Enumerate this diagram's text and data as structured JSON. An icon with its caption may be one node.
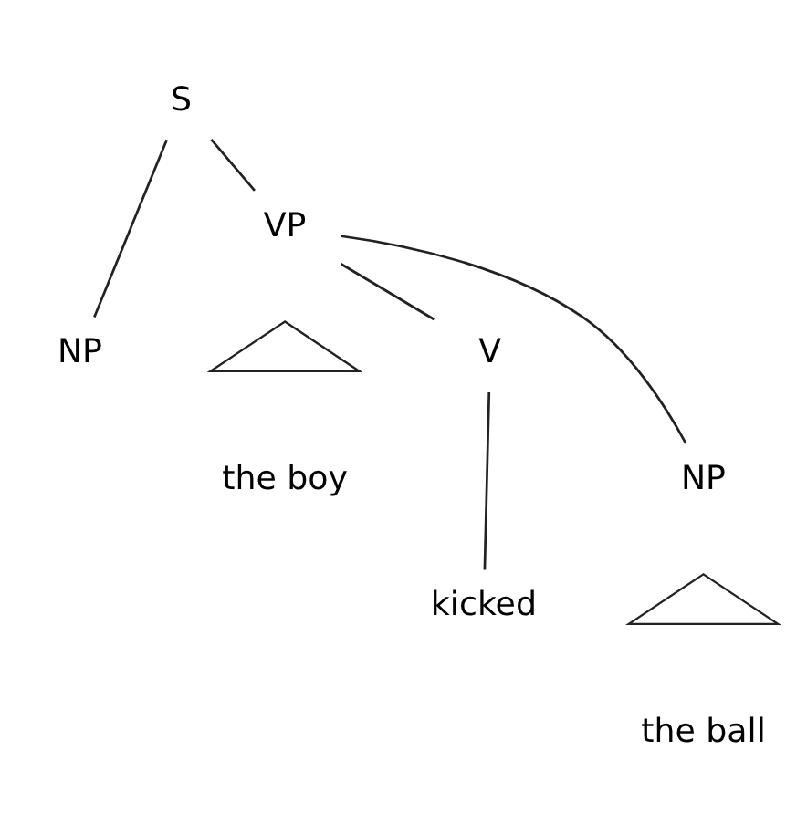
{
  "diagram": {
    "nodes": [
      {
        "text": [
          "S"
        ]
      },
      {
        "text": [
          "NP"
        ]
      },
      {
        "text": [
          "VP"
        ]
      },
      {
        "text": [],
        "shape": "triangle"
      },
      {
        "text": [
          "the boy"
        ]
      },
      {
        "text": [
          "V"
        ]
      },
      {
        "text": [
          "NP"
        ]
      },
      {
        "text": [],
        "shape": "triangle"
      },
      {
        "text": [
          "kicked"
        ]
      },
      {
        "text": [
          "the ball"
        ]
      }
    ],
    "edges": [
      {
        "from": 0,
        "to": 1,
        "arrow": "none"
      },
      {
        "from": 0,
        "to": 2,
        "arrow": "none"
      },
      {
        "from": 2,
        "to": 5,
        "arrow": "none"
      },
      {
        "from": 2,
        "to": 6,
        "arrow": "none"
      },
      {
        "from": 5,
        "to": 8,
        "arrow": "none"
      }
    ]
  }
}
